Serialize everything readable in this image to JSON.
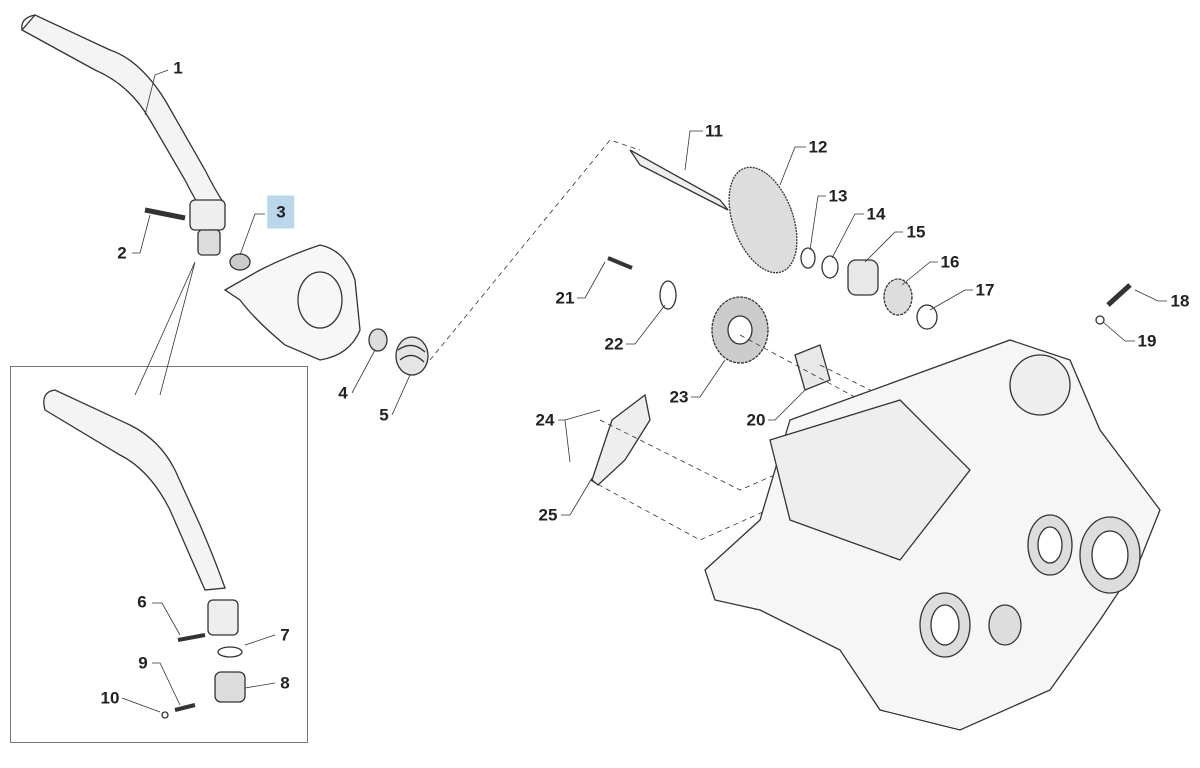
{
  "diagram": {
    "highlighted_part": "3",
    "highlight_color": "#b9d6ea",
    "callouts": [
      "1",
      "2",
      "3",
      "4",
      "5",
      "6",
      "7",
      "8",
      "9",
      "10",
      "11",
      "12",
      "13",
      "14",
      "15",
      "16",
      "17",
      "18",
      "19",
      "20",
      "21",
      "22",
      "23",
      "24",
      "25"
    ]
  }
}
